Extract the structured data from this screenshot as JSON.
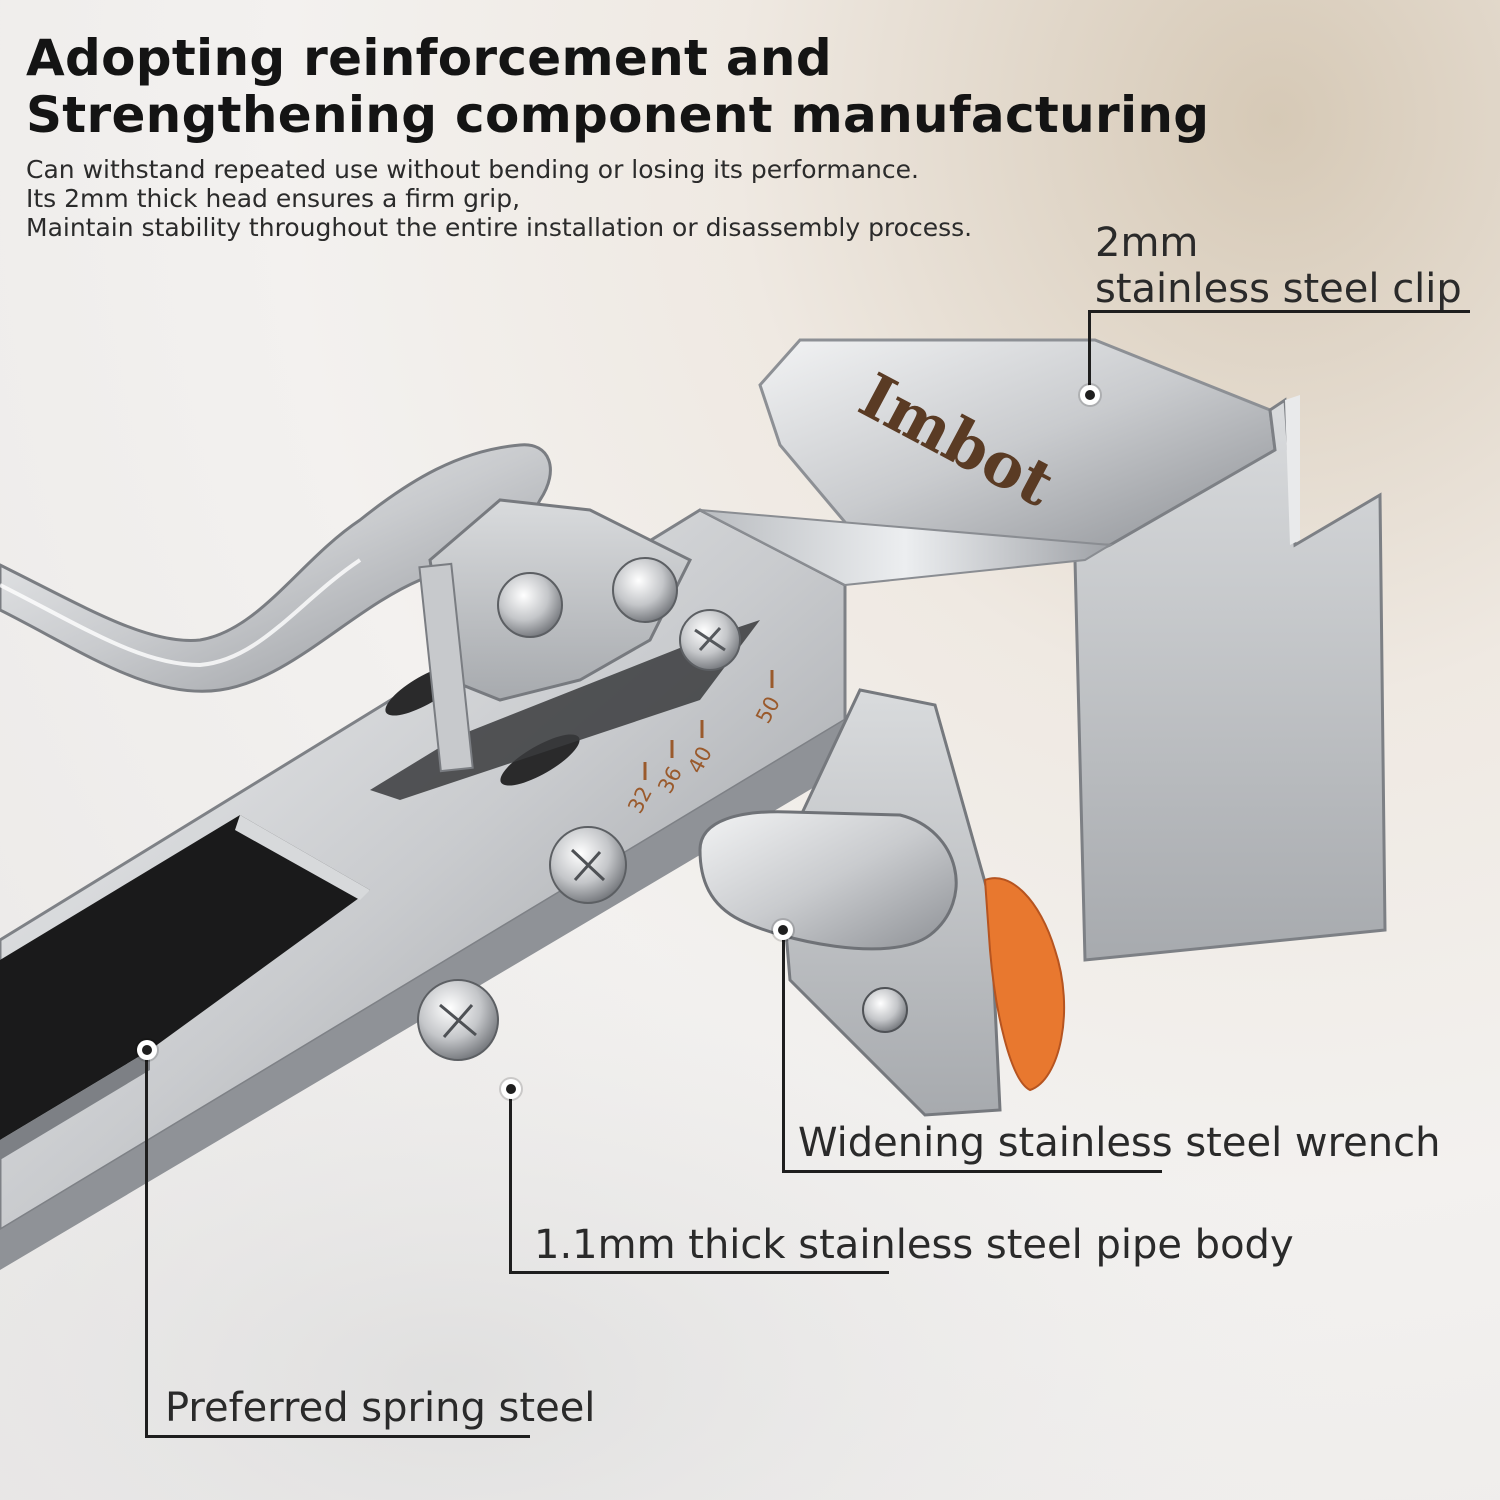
{
  "heading": {
    "line1": "Adopting reinforcement and",
    "line2": "Strengthening component manufacturing"
  },
  "description": [
    "Can withstand repeated use without bending or losing its performance.",
    "Its 2mm thick head ensures a firm grip,",
    "Maintain stability throughout the entire installation or disassembly process."
  ],
  "brand_logo_text": "Imbot",
  "scale_marks": [
    "32",
    "36",
    "40",
    "50"
  ],
  "callouts": {
    "clip": {
      "line1": "2mm",
      "line2": "stainless steel clip"
    },
    "wrench": "Widening stainless steel wrench",
    "pipe_body": "1.1mm thick stainless steel pipe body",
    "spring": "Preferred spring steel"
  },
  "colors": {
    "steel_light": "#e6e7e9",
    "steel_mid": "#b7b9bd",
    "steel_dark": "#6f7277",
    "logo_brown": "#5a3b24",
    "scale_brown": "#9a5a2c",
    "accent_orange": "#e8782f"
  }
}
